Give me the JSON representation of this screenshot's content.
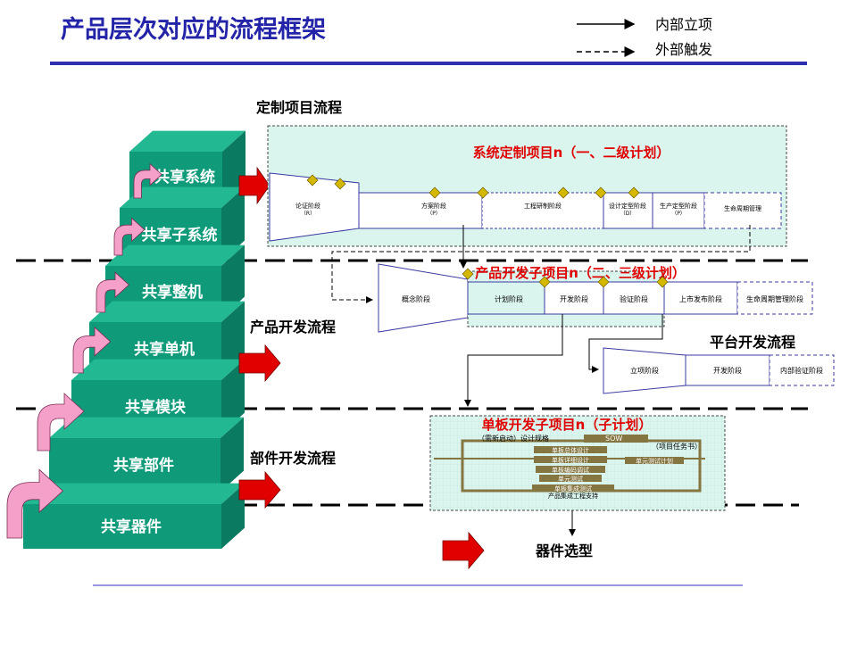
{
  "title": "产品层次对应的流程框架",
  "legend": {
    "internal": "内部立项",
    "external": "外部触发"
  },
  "stair": {
    "items": [
      "共享系统",
      "共享子系统",
      "共享整机",
      "共享单机",
      "共享模块",
      "共享部件",
      "共享器件"
    ]
  },
  "labels": {
    "custom": "定制项目流程",
    "product": "产品开发流程",
    "part": "部件开发流程",
    "platform": "平台开发流程",
    "device": "器件选型"
  },
  "sys": {
    "title": "系统定制项目n（一、二级计划）",
    "phases": {
      "p1a": "论证阶段",
      "p1b": "（R）",
      "p2a": "方案阶段",
      "p2b": "（P）",
      "p3": "工程研制阶段",
      "p4a": "设计定型阶段",
      "p4b": "（D）",
      "p5a": "生产定型阶段",
      "p5b": "（P）",
      "p6": "生命周期管理"
    }
  },
  "prod": {
    "title": "产品开发子项目n（二、三级计划）",
    "phases": [
      "概念阶段",
      "计划阶段",
      "开发阶段",
      "验证阶段",
      "上市发布阶段",
      "生命周期管理阶段"
    ]
  },
  "plat": {
    "phases": [
      "立项阶段",
      "开发阶段",
      "内部验证阶段"
    ]
  },
  "board": {
    "title": "单板开发子项目n（子计划）",
    "bits": [
      "（需新启动）设计规格",
      "SOW",
      "（项目任务书）",
      "单板总体设计",
      "单板详细设计",
      "单元测试计划",
      "单板编码调试",
      "单元测试",
      "单板集成测试",
      "产品集成工程支持"
    ]
  },
  "colors": {
    "title": "#2424a8",
    "rule": "#2e2eb0",
    "red": "#e00000",
    "teal": "#0f9a7a",
    "pink": "#f5a0c8",
    "gold": "#d4b800",
    "mint": "#daf5ee"
  }
}
